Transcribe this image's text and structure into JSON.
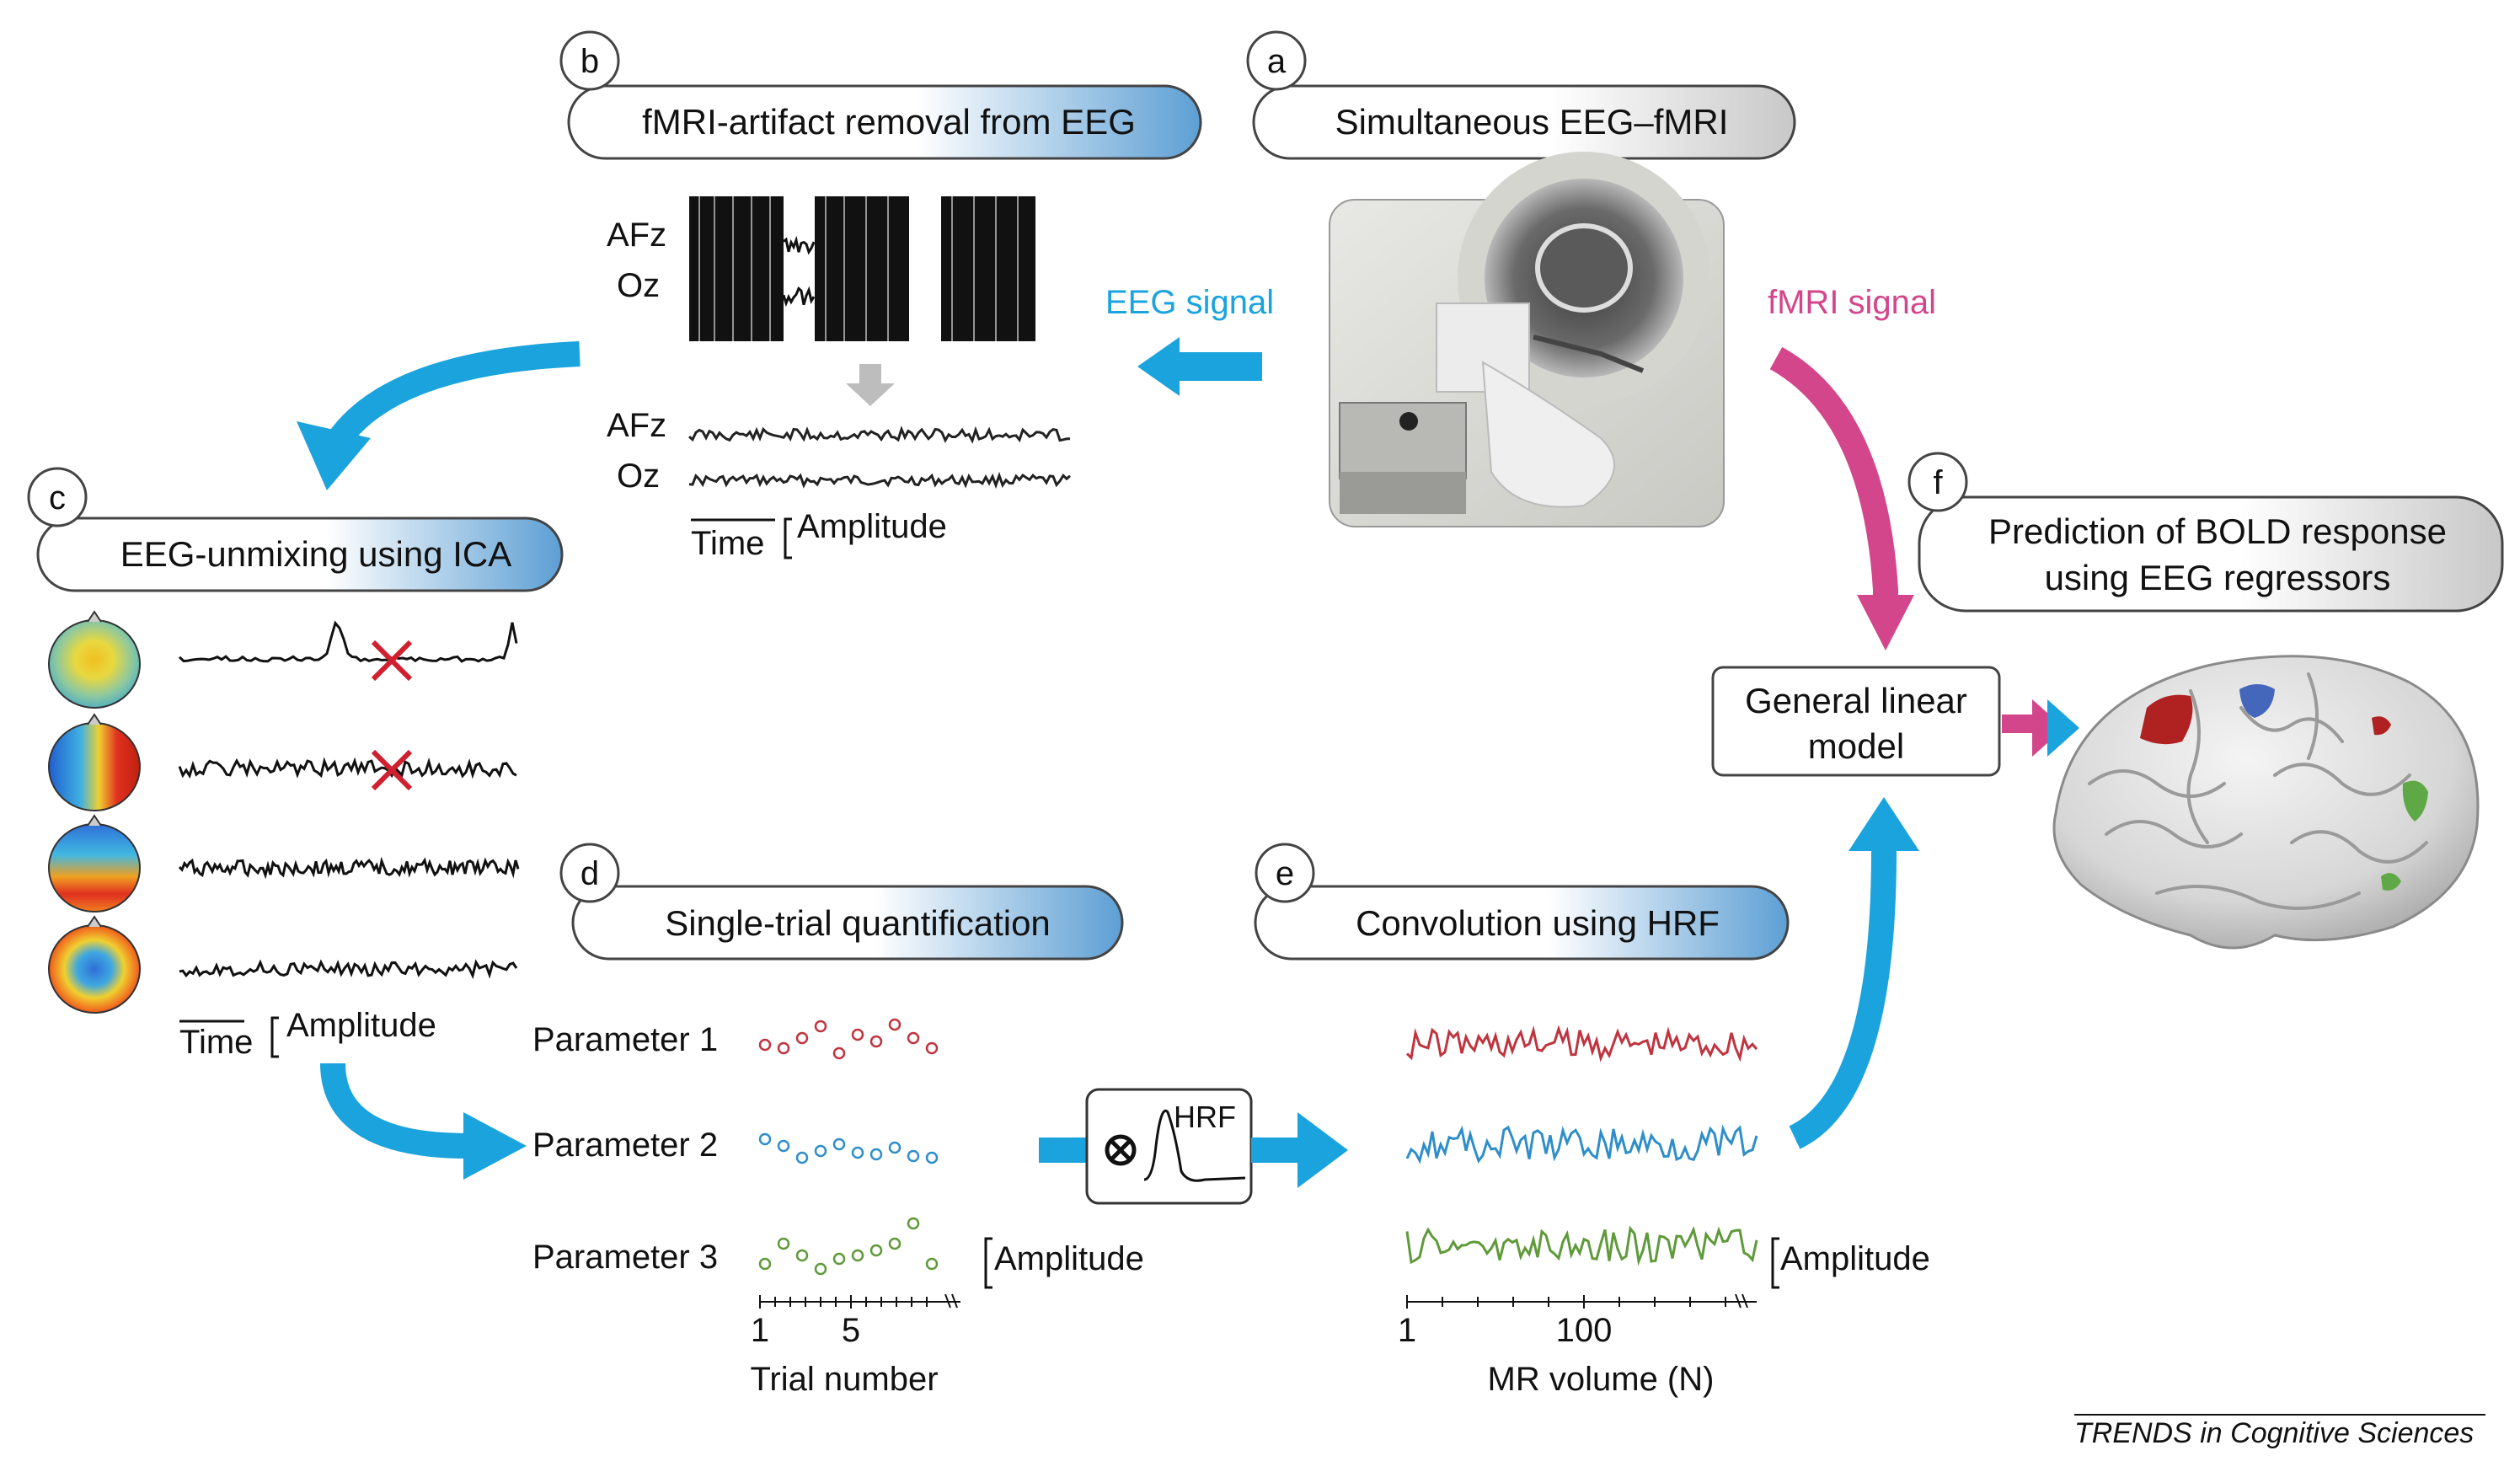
{
  "panels": {
    "a": {
      "badge": "a",
      "title": "Simultaneous EEG–fMRI"
    },
    "b": {
      "badge": "b",
      "title": "fMRI-artifact removal from EEG"
    },
    "c": {
      "badge": "c",
      "title": "EEG-unmixing using ICA"
    },
    "d": {
      "badge": "d",
      "title": "Single-trial quantification"
    },
    "e": {
      "badge": "e",
      "title": "Convolution using HRF"
    },
    "f": {
      "badge": "f",
      "title_line1": "Prediction of BOLD response",
      "title_line2": "using EEG regressors"
    }
  },
  "signals": {
    "eeg_signal": "EEG signal",
    "fmri_signal": "fMRI signal"
  },
  "panel_b": {
    "channels_raw": [
      "AFz",
      "Oz"
    ],
    "channels_clean": [
      "AFz",
      "Oz"
    ],
    "time_label": "Time",
    "amplitude_label": "Amplitude"
  },
  "panel_c": {
    "time_label": "Time",
    "amplitude_label": "Amplitude"
  },
  "panel_d": {
    "parameters": [
      "Parameter 1",
      "Parameter 2",
      "Parameter 3"
    ],
    "amplitude_label": "Amplitude",
    "x_ticks": [
      "1",
      "5"
    ],
    "x_label": "Trial number"
  },
  "hrf_box": {
    "label": "HRF"
  },
  "panel_e": {
    "amplitude_label": "Amplitude",
    "x_ticks": [
      "1",
      "100"
    ],
    "x_label": "MR volume (N)"
  },
  "glm": {
    "line1": "General linear",
    "line2": "model"
  },
  "credit": "TRENDS in Cognitive Sciences",
  "colors": {
    "arrow_blue": "#1aa3dc",
    "arrow_magenta": "#d4468c",
    "param1": "#c0343f",
    "param2": "#2f8ec9",
    "param3": "#5f9a3a",
    "box_gradient_blue": "#5d9fd4"
  }
}
